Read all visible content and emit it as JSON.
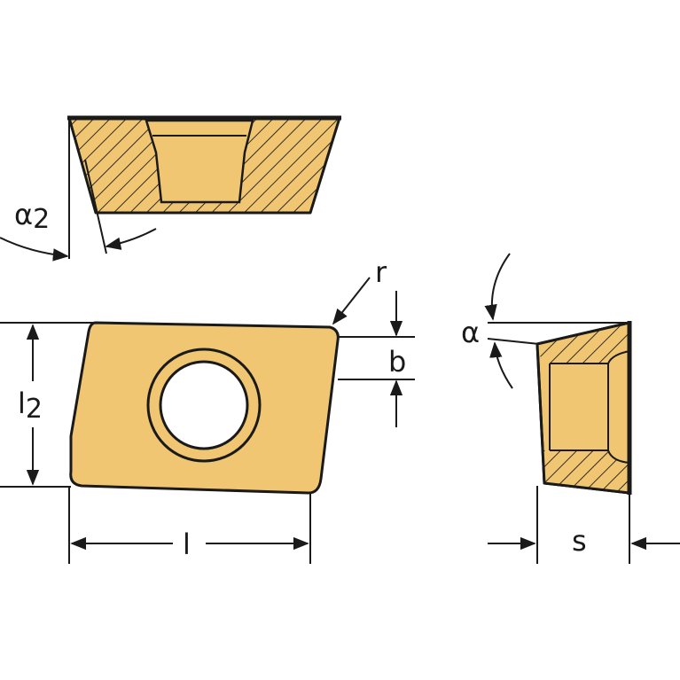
{
  "labels": {
    "alpha2_main": "α",
    "alpha2_sub": "2",
    "r": "r",
    "b": "b",
    "l2_main": "l",
    "l2_sub": "2",
    "l": "l",
    "alpha": "α",
    "s": "s"
  },
  "colors": {
    "insert_fill": "#f1c673",
    "line": "#1a1a1a",
    "background": "#ffffff"
  }
}
